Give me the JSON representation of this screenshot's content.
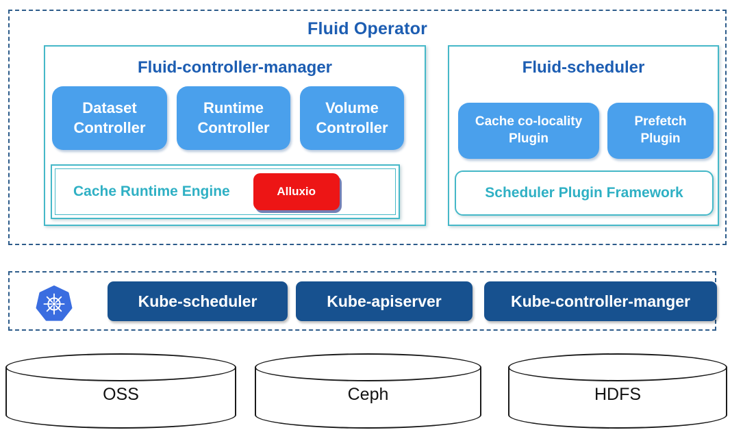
{
  "colors": {
    "accent_blue": "#4aa0ec",
    "navy_button": "#17518f",
    "red_button": "#ed1515",
    "teal_border": "#45b8c8",
    "teal_text": "#2fb0c4",
    "title_blue": "#1c5db2",
    "dashed_border": "#2c5b8a",
    "kubernetes_blue": "#3a6de0"
  },
  "fluid_operator": {
    "title": "Fluid Operator",
    "controller_manager": {
      "title": "Fluid-controller-manager",
      "controllers": [
        "Dataset Controller",
        "Runtime Controller",
        "Volume Controller"
      ],
      "cache_runtime_engine": {
        "label": "Cache Runtime Engine",
        "engine": "Alluxio"
      }
    },
    "scheduler": {
      "title": "Fluid-scheduler",
      "plugins": [
        "Cache co-locality Plugin",
        "Prefetch Plugin"
      ],
      "framework": "Scheduler Plugin Framework"
    }
  },
  "kubernetes_layer": {
    "icon": "kubernetes-helm-logo",
    "components": [
      "Kube-scheduler",
      "Kube-apiserver",
      "Kube-controller-manger"
    ]
  },
  "storage_layer": [
    "OSS",
    "Ceph",
    "HDFS"
  ]
}
